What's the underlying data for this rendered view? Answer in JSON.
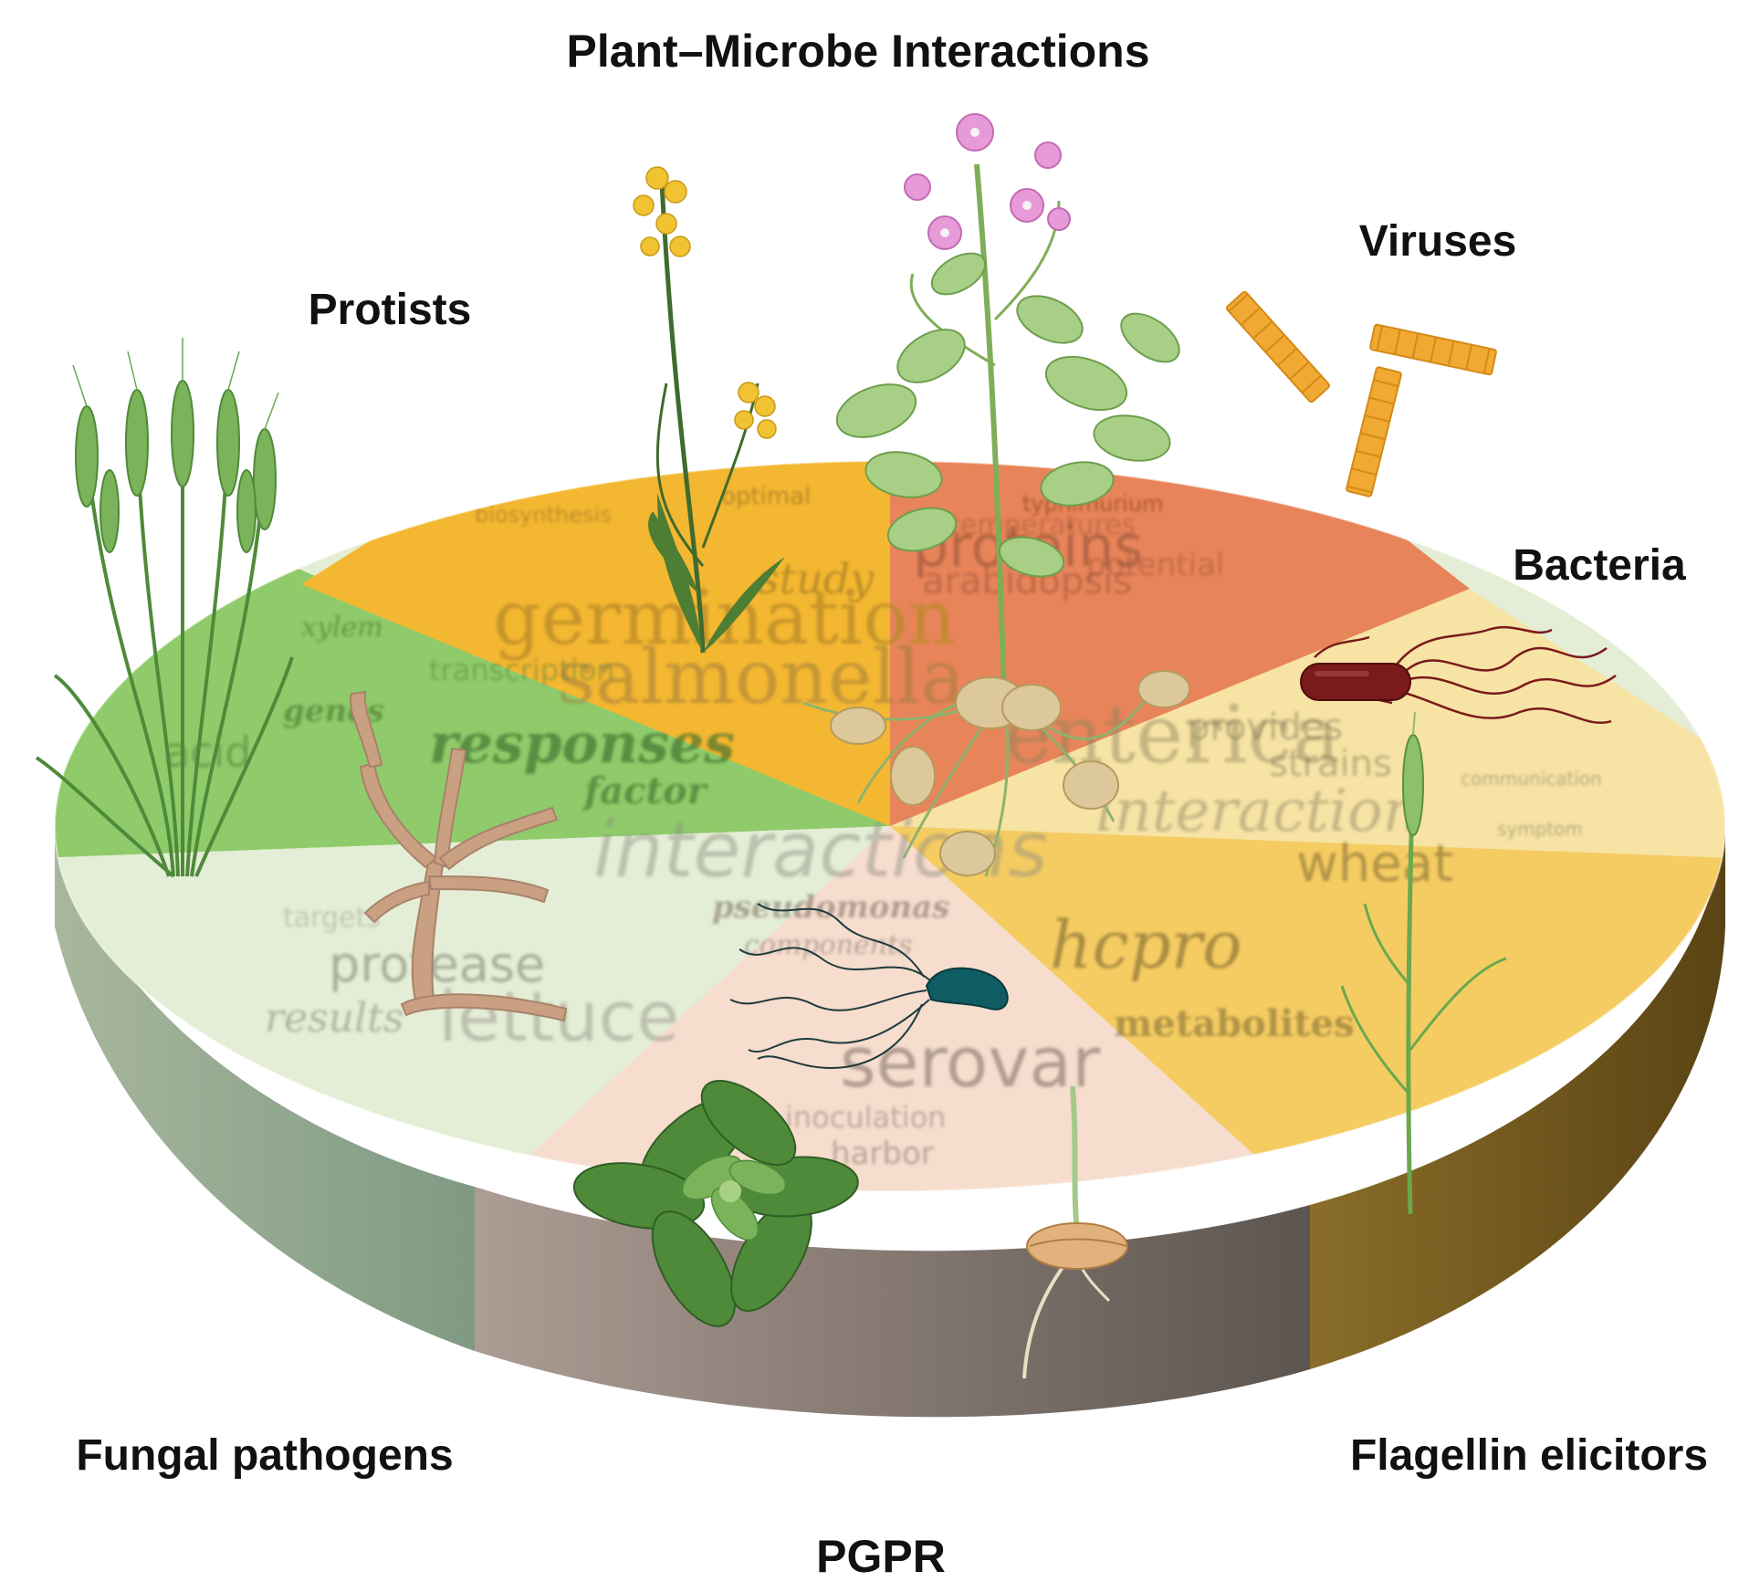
{
  "title": "Plant–Microbe Interactions",
  "categories": {
    "protists": "Protists",
    "viruses": "Viruses",
    "bacteria": "Bacteria",
    "fungal_pathogens": "Fungal pathogens",
    "flagellin_elicitors": "Flagellin elicitors",
    "pgpr": "PGPR"
  },
  "word_cloud": {
    "germination": "germination",
    "salmonella": "salmonella",
    "proteins": "proteins",
    "arabidopsis": "arabidopsis",
    "temperatures": "temperatures",
    "potential": "potential",
    "study": "study",
    "optimal": "optimal",
    "biosynthesis": "biosynthesis",
    "responses": "responses",
    "factor": "factor",
    "xylem": "xylem",
    "transcription": "transcription",
    "genes": "genes",
    "acid": "acid",
    "interactions": "interactions",
    "enterica": "enterica",
    "provides": "provides",
    "strains": "strains",
    "interaction": "interaction",
    "wheat": "wheat",
    "hcpro": "hcpro",
    "metabolites": "metabolites",
    "pseudomonas": "pseudomonas",
    "components": "components",
    "serovar": "serovar",
    "lettuce": "lettuce",
    "protease": "protease",
    "results": "results",
    "targets": "targets",
    "harbor": "harbor",
    "inoculation": "inoculation",
    "communication": "communication",
    "symptom": "symptom",
    "typhimurium": "typhimurium"
  },
  "colors": {
    "protists_sector": "#f4b731",
    "viruses_sector": "#e8845a",
    "bacteria_sector": "#f7e3a4",
    "flagellin_sector": "#f5cc62",
    "pgpr_sector": "#f6ddcd",
    "fungal_sector": "#e4edd5",
    "green_sector": "#8fcb6a",
    "virus_rod": "#f0a933",
    "bacterium_red": "#7a1a1a",
    "bacterium_teal": "#0f5c63",
    "fungus_hypha": "#c9a082"
  },
  "icons": [
    "wheat-plant-icon",
    "rapeseed-plant-icon",
    "potato-plant-icon",
    "virus-rod-icon",
    "rod-bacterium-icon",
    "hyphae-icon",
    "flagellated-bacterium-icon",
    "rosette-plant-icon",
    "germinating-seed-icon",
    "wheat-seedling-icon"
  ]
}
